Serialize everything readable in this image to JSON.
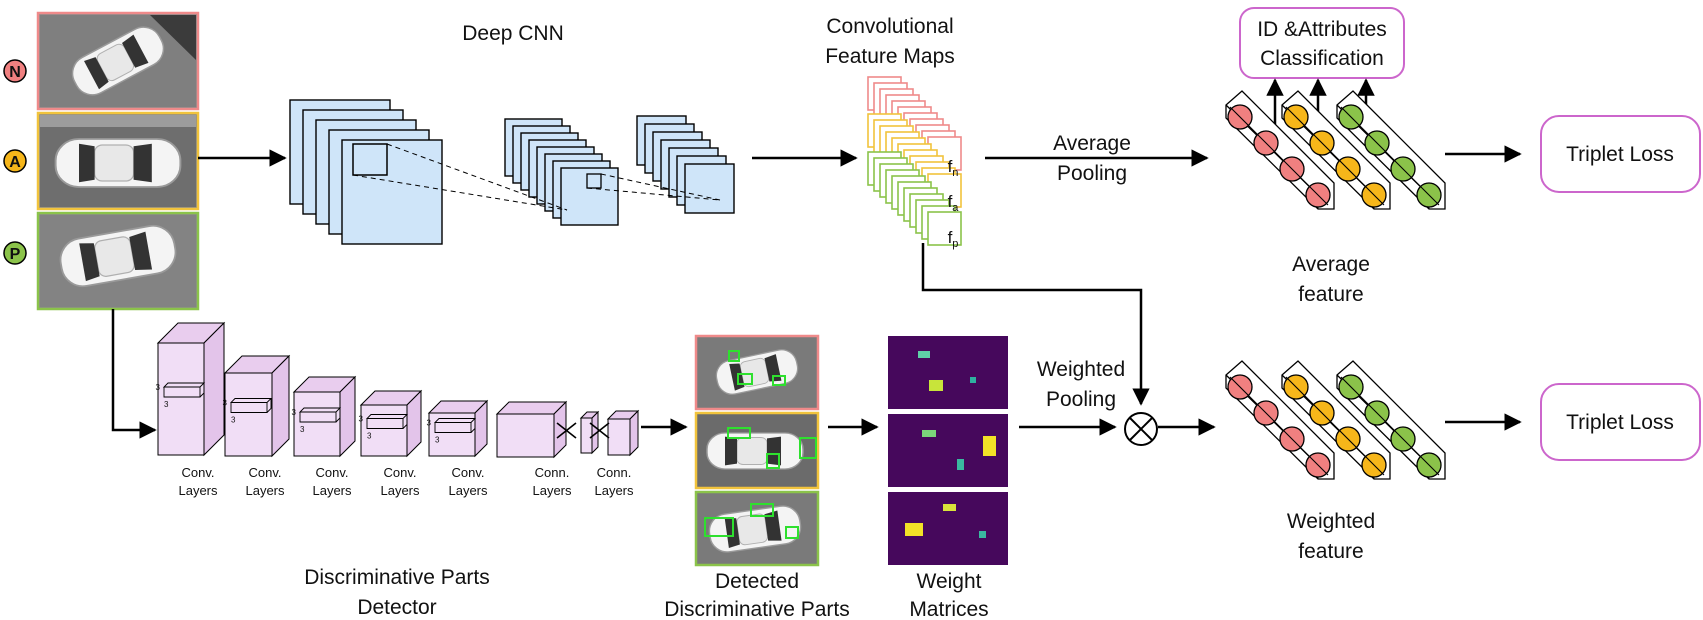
{
  "colors": {
    "negative": "#f08080",
    "anchor": "#f6b61a",
    "positive": "#8bc34a",
    "negative_border": "#ef8a8a",
    "anchor_border": "#f1c33c",
    "positive_border": "#8bc34a",
    "cnn_fill": "#cfe5f9",
    "detector_fill": "#f1def6",
    "classifier_border": "#cc66cc",
    "heatmap_bg": "#46085c",
    "heatmap_spot": "#c8e43a",
    "box_green": "#2ee02e"
  },
  "input_badges": [
    "N",
    "A",
    "P"
  ],
  "deep_cnn": {
    "title": "Deep CNN"
  },
  "feature_maps": {
    "title_line1": "Convolutional",
    "title_line2": "Feature Maps",
    "labels": [
      {
        "base": "f",
        "sub": "n"
      },
      {
        "base": "f",
        "sub": "a"
      },
      {
        "base": "f",
        "sub": "p"
      }
    ]
  },
  "average_pooling": {
    "line1": "Average",
    "line2": "Pooling"
  },
  "weighted_pooling": {
    "line1": "Weighted",
    "line2": "Pooling"
  },
  "classification": {
    "line1": "ID &Attributes",
    "line2": "Classification"
  },
  "average_feature": {
    "line1": "Average",
    "line2": "feature"
  },
  "weighted_feature": {
    "line1": "Weighted",
    "line2": "feature"
  },
  "triplet_loss_top": "Triplet Loss",
  "triplet_loss_bottom": "Triplet Loss",
  "detector": {
    "layers": [
      {
        "line1": "Conv.",
        "line2": "Layers"
      },
      {
        "line1": "Conv.",
        "line2": "Layers"
      },
      {
        "line1": "Conv.",
        "line2": "Layers"
      },
      {
        "line1": "Conv.",
        "line2": "Layers"
      },
      {
        "line1": "Conv.",
        "line2": "Layers"
      },
      {
        "line1": "Conn.",
        "line2": "Layers"
      },
      {
        "line1": "Conn.",
        "line2": "Layers"
      }
    ],
    "kernel_label": "3",
    "title_line1": "Discriminative Parts",
    "title_line2": "Detector"
  },
  "detected_parts": {
    "line1": "Detected",
    "line2": "Discriminative Parts"
  },
  "weight_matrices": {
    "line1": "Weight",
    "line2": "Matrices"
  },
  "combine_symbol": "⊗"
}
